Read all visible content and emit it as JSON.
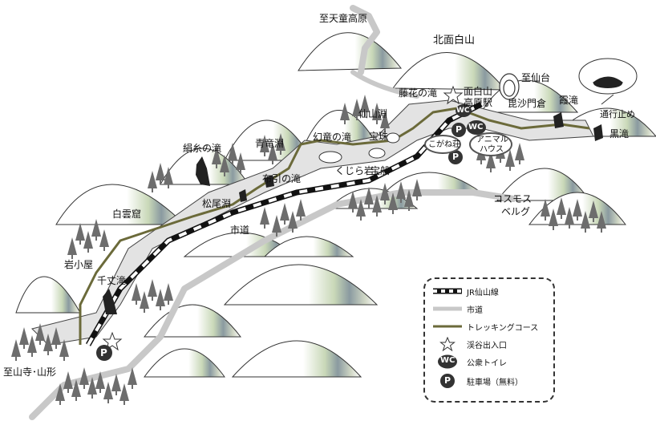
{
  "labels": {
    "to_tendo_kogen": "至天童高原",
    "kitamen_shirayama": "北面白山",
    "to_sendai": "至仙台",
    "omote_shirayama_kogen_eki_1": "面白山",
    "omote_shirayama_kogen_eki_2": "高原駅",
    "bishamon_gura": "毘沙門倉",
    "kasumi_daki": "霞滝",
    "tsuko_dome": "通行止め",
    "kuro_taki": "黒滝",
    "fujibana_no_taki": "藤花の滝",
    "senzan_fuchi": "仙山淵",
    "houju": "宝珠",
    "kogane_so": "こがね荘",
    "animal_house_1": "アニマル",
    "animal_house_2": "ハウス",
    "genryu_no_taki": "幻竜の滝",
    "kujira_iwa": "くじら岩",
    "takara_fune": "宝船",
    "cosmos_berg_1": "コスモス",
    "cosmos_berg_2": "ベルグ",
    "seiryu_fuchi": "青竜淵",
    "kinuito_no_taki": "絹糸の滝",
    "nunobiki_no_taki": "布引の滝",
    "matsuo_fuchi": "松尾淵",
    "shido_1": "市道",
    "hakuun_kutsu": "白雲窟",
    "iwagoya": "岩小屋",
    "sentai_taki": "千丈滝",
    "to_yamadera": "至山寺･山形"
  },
  "legend": {
    "jr_line": "JR仙山線",
    "city_road": "市道",
    "trekking": "トレッキングコース",
    "entrance": "渓谷出入口",
    "toilet": "公衆トイレ",
    "parking": "駐車場（無料）"
  },
  "icons": {
    "toilet_text": "WC",
    "parking_text": "P"
  },
  "colors": {
    "rail_dark": "#111111",
    "road": "#c8c8c8",
    "trek": "#6b6a3a",
    "tree": "#6d6d6d",
    "mountain_edge": "#333333"
  }
}
